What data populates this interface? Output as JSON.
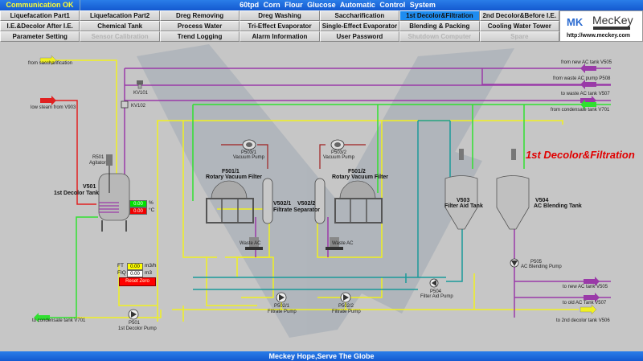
{
  "header": {
    "status": "Communication OK",
    "title": "60tpd Corn Flour Glucose Automatic Control System"
  },
  "nav": {
    "rows": [
      [
        {
          "label": "Liquefacation Part1",
          "state": "normal"
        },
        {
          "label": "Liquefacation Part2",
          "state": "normal"
        },
        {
          "label": "Dreg Removing",
          "state": "normal"
        },
        {
          "label": "Dreg Washing",
          "state": "normal"
        },
        {
          "label": "Saccharification",
          "state": "normal"
        },
        {
          "label": "1st Decolor&Filtration",
          "state": "active"
        },
        {
          "label": "2nd Decolor&Before I.E.",
          "state": "normal"
        }
      ],
      [
        {
          "label": "I.E.&Decolor After I.E.",
          "state": "normal"
        },
        {
          "label": "Chemical Tank",
          "state": "normal"
        },
        {
          "label": "Process Water",
          "state": "normal"
        },
        {
          "label": "Tri-Effect Evaporator",
          "state": "normal"
        },
        {
          "label": "Single-Effect Evaporator",
          "state": "normal"
        },
        {
          "label": "Blending & Packing",
          "state": "normal"
        },
        {
          "label": "Cooling Water Tower",
          "state": "normal"
        }
      ],
      [
        {
          "label": "Parameter Setting",
          "state": "normal"
        },
        {
          "label": "Sensor Calibration",
          "state": "disabled"
        },
        {
          "label": "Trend Logging",
          "state": "normal"
        },
        {
          "label": "Alarm Information",
          "state": "normal"
        },
        {
          "label": "User Password",
          "state": "normal"
        },
        {
          "label": "Shutdown Computer",
          "state": "disabled"
        },
        {
          "label": "Spare",
          "state": "disabled"
        }
      ]
    ]
  },
  "logo": {
    "mark": "MK",
    "brand": "MecKey",
    "url": "http://www.meckey.com"
  },
  "diagram": {
    "process_title": "1st Decolor&Filtration",
    "streams": {
      "from_saccharification": "from saccharification",
      "low_steam": "low steam from V903",
      "from_new_ac": "from new AC tank V505",
      "from_waste_ac_pump": "from waste AC pump P508",
      "to_waste_ac": "to waste AC tank V507",
      "from_condensate": "from condensate tank V701",
      "to_condensate": "to condensate tank V701",
      "to_new_ac": "to new AC tank V505",
      "to_old_ac": "to old AC Tank V507",
      "to_2nd_decolor": "to 2nd decolor tank V506"
    },
    "valves": {
      "kv101": "KV101",
      "kv102": "KV102"
    },
    "equipment": {
      "r501": {
        "tag": "R501",
        "name": "Agitator"
      },
      "v501": {
        "tag": "V501",
        "name": "1st Decolor Tank"
      },
      "p501": {
        "tag": "P501",
        "name": "1st Decolor Pump"
      },
      "p503_1": {
        "tag": "P503/1",
        "name": "Vacuum Pump"
      },
      "p503_2": {
        "tag": "P503/2",
        "name": "Vacuum Pump"
      },
      "f501_1": {
        "tag": "F501/1",
        "name": "Rotary Vacuum Filter"
      },
      "f501_2": {
        "tag": "F501/2",
        "name": "Rotary Vacuum Filter"
      },
      "v502_1": {
        "tag": "V502/1"
      },
      "v502_2": {
        "tag": "V502/2"
      },
      "filtrate_sep": "Filtrate Separator",
      "waste_ac_1": "Waste AC",
      "waste_ac_2": "Waste AC",
      "p502_1": {
        "tag": "P502/1",
        "name": "Filtrate Pump"
      },
      "p502_2": {
        "tag": "P502/2",
        "name": "Filtrate Pump"
      },
      "v503": {
        "tag": "V503",
        "name": "Filter Aid Tank"
      },
      "v504": {
        "tag": "V504",
        "name": "AC Blending Tank"
      },
      "p504": {
        "tag": "P504",
        "name": "Filter Aid Pump"
      },
      "p505": {
        "tag": "P505",
        "name": "AC Blending Pump"
      }
    },
    "readouts": {
      "level": {
        "value": "0.00",
        "unit": "%",
        "color": "#00e000"
      },
      "temp": {
        "value": "0.00",
        "unit": "°C",
        "color": "#f00000"
      },
      "ft": {
        "label": "FT",
        "value": "0.00",
        "unit": "m3/h"
      },
      "fiq": {
        "label": "FIQ",
        "value": "0.00",
        "unit": "m3"
      },
      "reset_label": "Reset Zero"
    }
  },
  "colors": {
    "active_tab": "#1e8cf0",
    "header_blue": "#1e6ae0",
    "status_yellow": "#ffff33",
    "line_yellow": "#f0f020",
    "line_purple": "#9a3aa8",
    "line_green": "#30e030",
    "line_red": "#e02020",
    "line_teal": "#1a9a9a",
    "process_title_red": "#e00000"
  },
  "footer": {
    "slogan": "Meckey Hope,Serve The Globe"
  }
}
